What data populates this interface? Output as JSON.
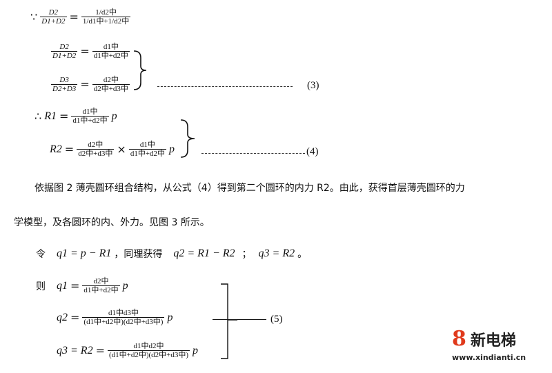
{
  "symbols": {
    "because": "∵",
    "therefore": "∴"
  },
  "eq_ratio": {
    "lhs_num": "D2",
    "lhs_den": "D1+D2",
    "rhs_num": "1/d2中",
    "rhs_den": "1/d1中+1/d2中"
  },
  "system3": {
    "row1": {
      "lhs_num": "D2",
      "lhs_den": "D1+D2",
      "rhs_num": "d1中",
      "rhs_den": "d1中+d2中"
    },
    "row2": {
      "lhs_num": "D3",
      "lhs_den": "D2+D3",
      "rhs_num": "d2中",
      "rhs_den": "d2中+d3中"
    },
    "label": "(3)"
  },
  "system4": {
    "r1": {
      "lhs": "R1",
      "num": "d1中",
      "den": "d1中+d2中",
      "var": "p"
    },
    "r2": {
      "lhs": "R2",
      "num_a": "d2中",
      "den_a": "d2中+d3中",
      "times": "×",
      "num_b": "d1中",
      "den_b": "d1中+d2中",
      "var": "p"
    },
    "label": "(4)"
  },
  "paragraph": {
    "line1": "依据图 2 薄壳圆环组合结构，从公式（4）得到第二个圆环的内力 R2。由此，获得首层薄壳圆环的力",
    "line2": "学模型，及各圆环的内、外力。见图 3 所示。"
  },
  "let_line": {
    "prefix": "令",
    "q1_def": "q1 = p − R1",
    "middle": "，同理获得",
    "q2_def": "q2 = R1 − R2",
    "sep": "；",
    "q3_def": "q3 = R2",
    "end": "。"
  },
  "system5": {
    "prefix": "则",
    "q1": {
      "lhs": "q1",
      "num": "d2中",
      "den": "d1中+d2中",
      "var": "p"
    },
    "q2": {
      "lhs": "q2",
      "num": "d1中d3中",
      "den": "(d1中+d2中)(d2中+d3中)",
      "var": "p"
    },
    "q3": {
      "lhs": "q3 = R2",
      "num": "d1中d2中",
      "den": "(d1中+d2中)(d2中+d3中)",
      "var": "p"
    },
    "label": "(5)"
  },
  "watermark": {
    "icon": "8",
    "name": "新电梯",
    "url": "www.xindianti.cn",
    "icon_color": "#e03a1c"
  }
}
